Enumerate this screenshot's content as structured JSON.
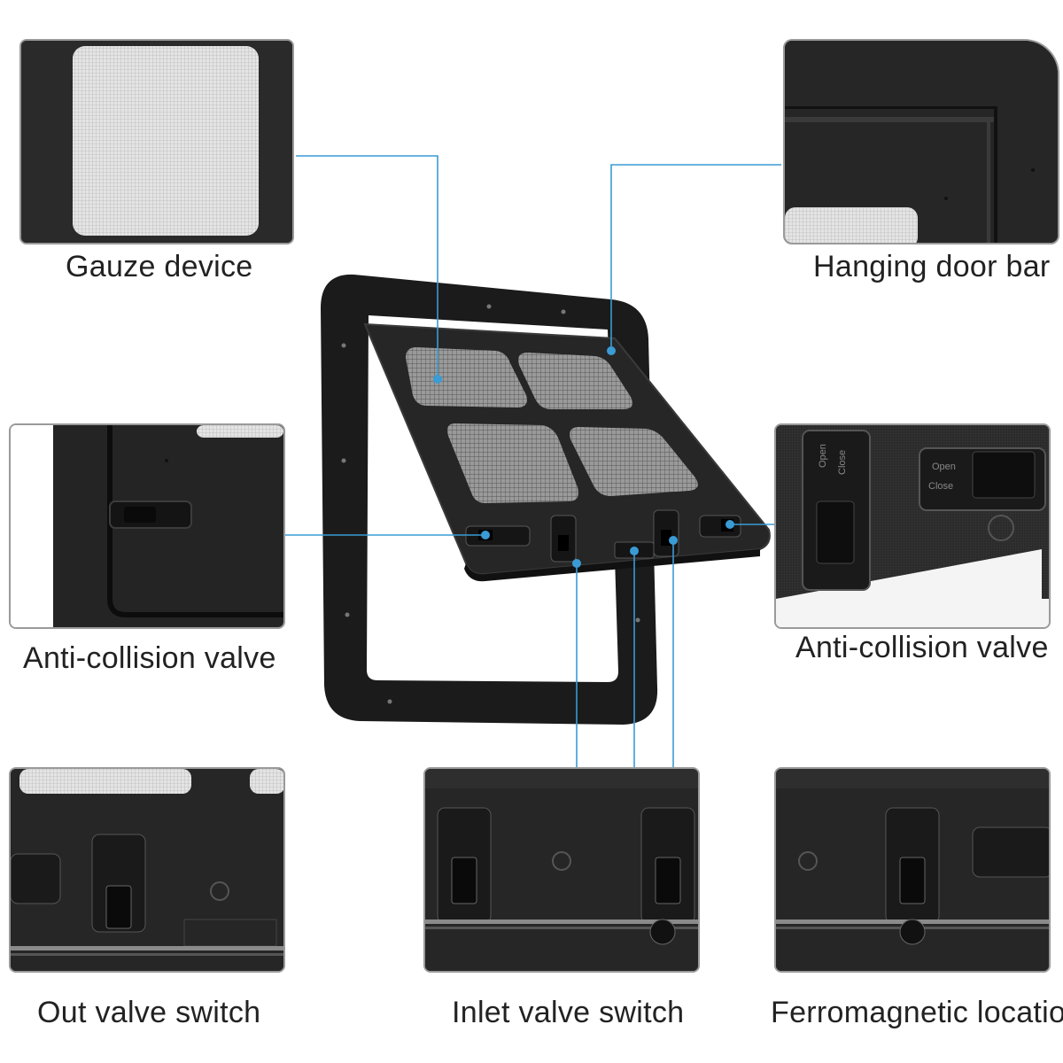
{
  "labels": {
    "gauze": "Gauze device",
    "hanging_bar": "Hanging door bar",
    "anti_left": "Anti-collision valve",
    "anti_right": "Anti-collision valve",
    "out_valve": "Out valve switch",
    "inlet_valve": "Inlet valve switch",
    "ferro": "Ferromagnetic location"
  },
  "switch_text": {
    "open": "Open",
    "close": "Close"
  },
  "colors": {
    "callout": "#3a9bd5",
    "frame": "#1a1a1a",
    "mesh": "#d8d8d8",
    "background": "#ffffff"
  }
}
